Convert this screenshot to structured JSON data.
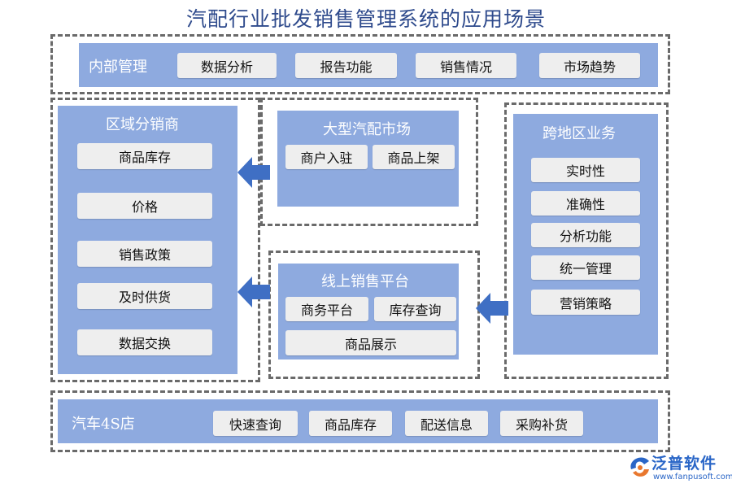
{
  "title": "汽配行业批发销售管理系统的应用场景",
  "internal": {
    "label": "内部管理",
    "items": [
      "数据分析",
      "报告功能",
      "销售情况",
      "市场趋势"
    ]
  },
  "regional": {
    "label": "区域分销商",
    "items": [
      "商品库存",
      "价格",
      "销售政策",
      "及时供货",
      "数据交换"
    ]
  },
  "market": {
    "label": "大型汽配市场",
    "items": [
      "商户入驻",
      "商品上架"
    ]
  },
  "online": {
    "label": "线上销售平台",
    "items": [
      "商务平台",
      "库存查询",
      "商品展示"
    ]
  },
  "cross": {
    "label": "跨地区业务",
    "items": [
      "实时性",
      "准确性",
      "分析功能",
      "统一管理",
      "营销策略"
    ]
  },
  "store": {
    "label": "汽车4S店",
    "items": [
      "快速查询",
      "商品库存",
      "配送信息",
      "采购补货"
    ]
  },
  "logo": {
    "name": "泛普软件",
    "url": "www.fanpusoft.com"
  },
  "colors": {
    "panel": "#8eaadf",
    "chip": "#eeeeee",
    "arrow": "#3f6fc4",
    "title": "#2e4a8c",
    "dash": "#6a6a6a"
  }
}
